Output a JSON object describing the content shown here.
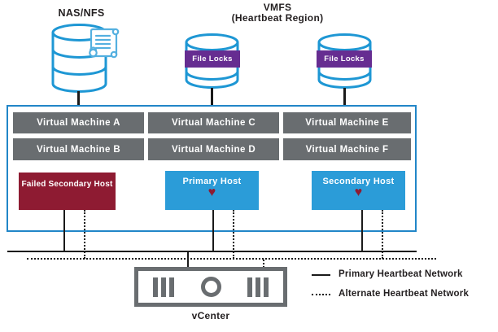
{
  "title": "vSphere HA heartbeat architecture diagram",
  "storage": {
    "nas_label": "NAS/NFS",
    "vmfs_label_line1": "VMFS",
    "vmfs_label_line2": "(Heartbeat Region)",
    "file_locks_label": "File Locks"
  },
  "vms": [
    "Virtual Machine A",
    "Virtual Machine B",
    "Virtual Machine C",
    "Virtual Machine D",
    "Virtual Machine E",
    "Virtual Machine F"
  ],
  "hosts": [
    {
      "label": "Failed Secondary Host",
      "status": "failed",
      "has_heartbeat": false
    },
    {
      "label": "Primary Host",
      "status": "primary",
      "has_heartbeat": true
    },
    {
      "label": "Secondary Host",
      "status": "secondary",
      "has_heartbeat": true
    }
  ],
  "icons": {
    "heart_glyph": "♥",
    "nas_icon": "storage-cylinder-stack",
    "vmfs_icon": "storage-cylinder",
    "file_document_icon": "locked-file-scroll",
    "vcenter_icon": "server-appliance"
  },
  "vcenter": {
    "label": "vCenter"
  },
  "legend": [
    {
      "label": "Primary Heartbeat Network",
      "line_style": "solid"
    },
    {
      "label": "Alternate Heartbeat Network",
      "line_style": "dotted"
    }
  ],
  "colors": {
    "host_blue": "#2b9cd8",
    "box_border_blue": "#2186c8",
    "cylinder_stroke_blue": "#1e97d4",
    "document_light_blue": "#54b0e0",
    "vm_gray": "#696d70",
    "failed_maroon": "#8e1b32",
    "heart_maroon": "#8e1b32",
    "file_locks_purple": "#662d91",
    "line_black": "#1a1a1a",
    "text_dark": "#231f20"
  }
}
